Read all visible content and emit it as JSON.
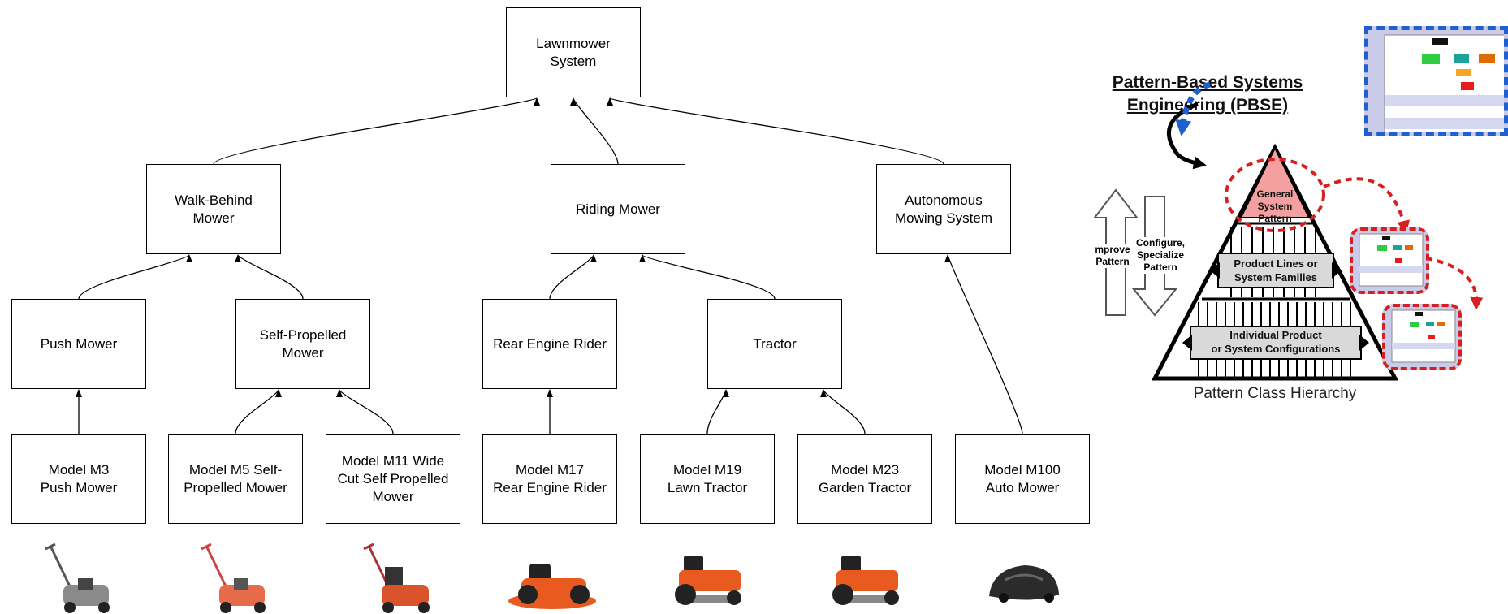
{
  "diagram": {
    "nodes": {
      "root": "Lawnmower\nSystem",
      "walk_behind": "Walk-Behind\nMower",
      "riding": "Riding Mower",
      "autonomous": "Autonomous\nMowing System",
      "push": "Push Mower",
      "self_propelled": "Self-Propelled\nMower",
      "rear_engine": "Rear Engine Rider",
      "tractor": "Tractor",
      "m3": "Model M3\nPush Mower",
      "m5": "Model M5 Self-\nPropelled Mower",
      "m11": "Model M11 Wide\nCut Self Propelled\nMower",
      "m17": "Model M17\nRear Engine Rider",
      "m19": "Model M19\nLawn Tractor",
      "m23": "Model M23\nGarden Tractor",
      "m100": "Model M100\nAuto Mower"
    },
    "edges": [
      [
        "walk_behind",
        "root"
      ],
      [
        "riding",
        "root"
      ],
      [
        "autonomous",
        "root"
      ],
      [
        "push",
        "walk_behind"
      ],
      [
        "self_propelled",
        "walk_behind"
      ],
      [
        "rear_engine",
        "riding"
      ],
      [
        "tractor",
        "riding"
      ],
      [
        "m3",
        "push"
      ],
      [
        "m5",
        "self_propelled"
      ],
      [
        "m11",
        "self_propelled"
      ],
      [
        "m17",
        "rear_engine"
      ],
      [
        "m19",
        "tractor"
      ],
      [
        "m23",
        "tractor"
      ],
      [
        "m100",
        "autonomous"
      ]
    ],
    "mower_images": [
      {
        "model": "m3",
        "kind": "push-mower",
        "color": "#8a8a8a"
      },
      {
        "model": "m5",
        "kind": "push-mower",
        "color": "#e56b4a"
      },
      {
        "model": "m11",
        "kind": "push-mower",
        "color": "#d9532c"
      },
      {
        "model": "m17",
        "kind": "rider",
        "color": "#e85a1f"
      },
      {
        "model": "m19",
        "kind": "tractor",
        "color": "#e85a1f"
      },
      {
        "model": "m23",
        "kind": "tractor",
        "color": "#e85a1f"
      },
      {
        "model": "m100",
        "kind": "robot",
        "color": "#2b2b2b"
      }
    ]
  },
  "pbse": {
    "title": "Pattern-Based Systems\nEngineering (PBSE)",
    "top_level": "General\nSystem\nPattern",
    "middle_level": "Product Lines or\nSystem Families",
    "bottom_level": "Individual Product\nor System Configurations",
    "caption": "Pattern Class Hierarchy",
    "improve_label": "mprove\nPattern",
    "configure_label": "Configure,\nSpecialize\nPattern",
    "colors": {
      "top_fill": "#f4a0a0",
      "dashed_red": "#d71f1f",
      "dashed_blue": "#1f5fd0",
      "thumb_bg": "#c9cbe8"
    }
  }
}
